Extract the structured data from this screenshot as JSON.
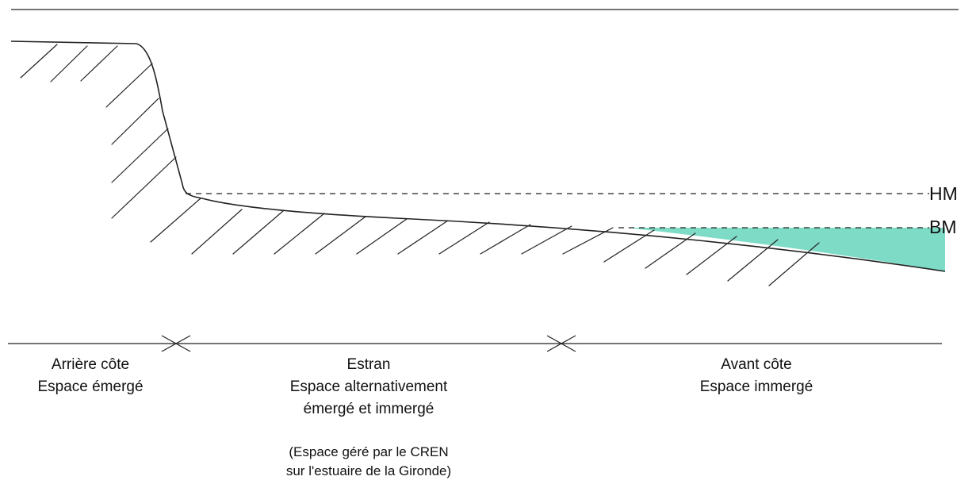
{
  "water_levels": {
    "high": "HM",
    "low": "BM"
  },
  "zones": [
    {
      "line1": "Arrière côte",
      "line2": "Espace émergé"
    },
    {
      "line1": "Estran",
      "line2": "Espace alternativement",
      "line3": "émergé et immergé"
    },
    {
      "line1": "Avant côte",
      "line2": "Espace immergé"
    }
  ],
  "note": {
    "line1": "(Espace géré par le CREN",
    "line2": "sur l'estuaire de la Gironde)"
  },
  "colors": {
    "water": "#7edcc6",
    "line": "#333333"
  }
}
